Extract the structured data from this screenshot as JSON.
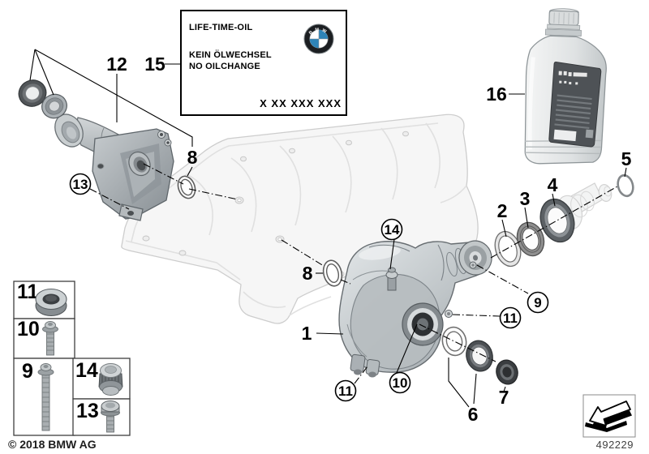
{
  "plate": {
    "line1": "LIFE-TIME-OIL",
    "line2": "KEIN ÖLWECHSEL",
    "line3": "NO OILCHANGE",
    "code": "X XX XXX XXX",
    "brand": "BMW"
  },
  "callouts": {
    "n1": "1",
    "n2": "2",
    "n3": "3",
    "n4": "4",
    "n5": "5",
    "n6": "6",
    "n7": "7",
    "n8a": "8",
    "n8b": "8",
    "n12": "12",
    "n15": "15",
    "n16": "16",
    "c9": "9",
    "c10": "10",
    "c11a": "11",
    "c11b": "11",
    "c13": "13",
    "c14": "14"
  },
  "legend": {
    "plug": "11",
    "bolt_short": "10",
    "bolt_long": "9",
    "vent": "14",
    "bolt_hex": "13"
  },
  "footer": {
    "copyright": "© 2018 BMW AG",
    "sheet_number": "492229"
  },
  "colors": {
    "bmw_blue": "#2e84b8",
    "label_panel": "#4e5256",
    "line": "#000000",
    "ghost": "#cdcdcd"
  }
}
